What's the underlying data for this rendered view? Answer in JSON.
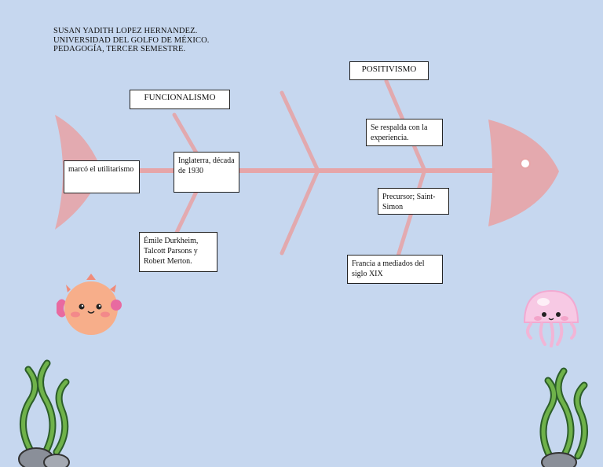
{
  "header": {
    "line1": "SUSAN YADITH LOPEZ HERNANDEZ.",
    "line2": "UNIVERSIDAD DEL GOLFO DE MÉXICO.",
    "line3": "PEDAGOGÍA, TERCER SEMESTRE."
  },
  "labels": {
    "funcionalismo": "FUNCIONALISMO",
    "positivismo": "POSITIVISMO",
    "utilitarismo": "marcó el utilitarismo",
    "inglaterra": "Inglaterra, década de 1930",
    "durkheim": "Émile Durkheim, Talcott Parsons y Robert Merton.",
    "respalda": "Se respalda con la experiencia.",
    "precursor": "Precursor; Saint-Simon",
    "francia": "Francia a mediados del siglo XIX"
  },
  "colors": {
    "background": "#c6d7ef",
    "fish": "#e6a5a8",
    "box_fill": "#ffffff",
    "box_border": "#222222"
  },
  "icons": {
    "pufferfish": "pufferfish-sticker",
    "jellyfish": "jellyfish-sticker",
    "seaweed": "seaweed-with-rocks"
  }
}
